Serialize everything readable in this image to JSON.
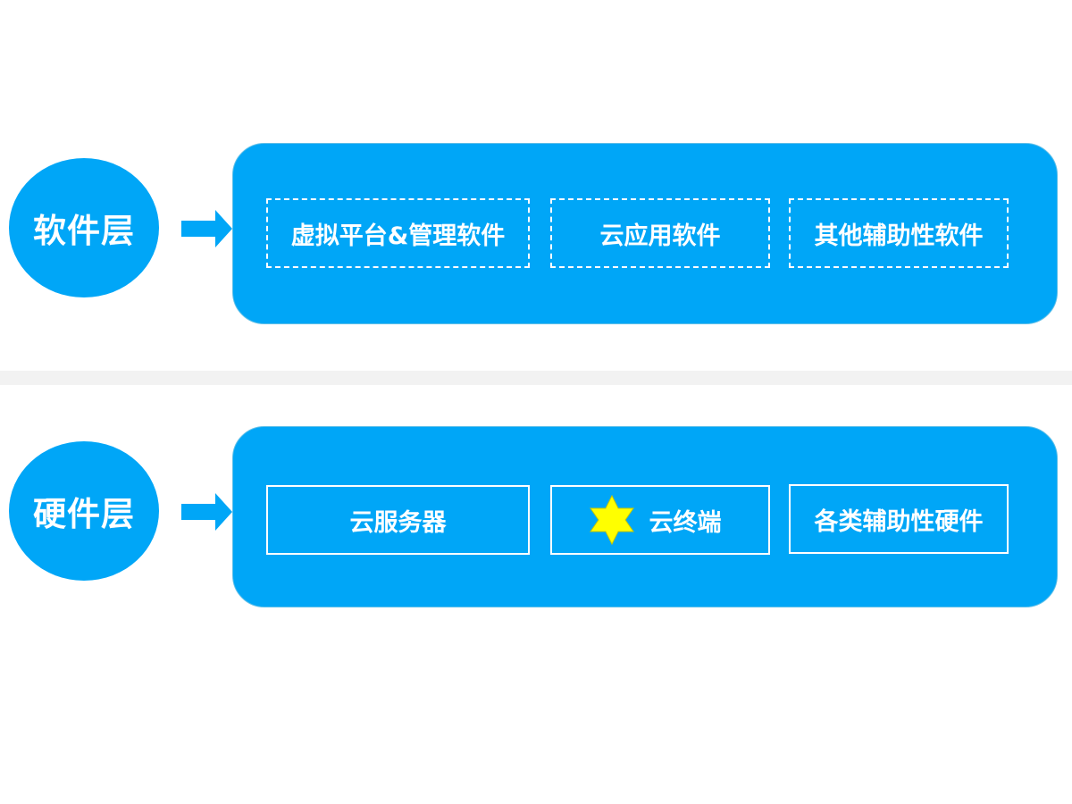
{
  "layers": [
    {
      "label": "软件层",
      "style": "dashed",
      "items": [
        "虚拟平台&管理软件",
        "云应用软件",
        "其他辅助性软件"
      ]
    },
    {
      "label": "硬件层",
      "style": "solid",
      "items": [
        "云服务器",
        "云终端",
        "各类辅助性硬件"
      ],
      "highlight": {
        "item_index": 1,
        "icon": "star-icon",
        "color": "#ffff00"
      }
    }
  ],
  "colors": {
    "accent": "#00a6f7",
    "divider": "#f2f2f2",
    "text": "#ffffff",
    "star": "#ffff00"
  }
}
